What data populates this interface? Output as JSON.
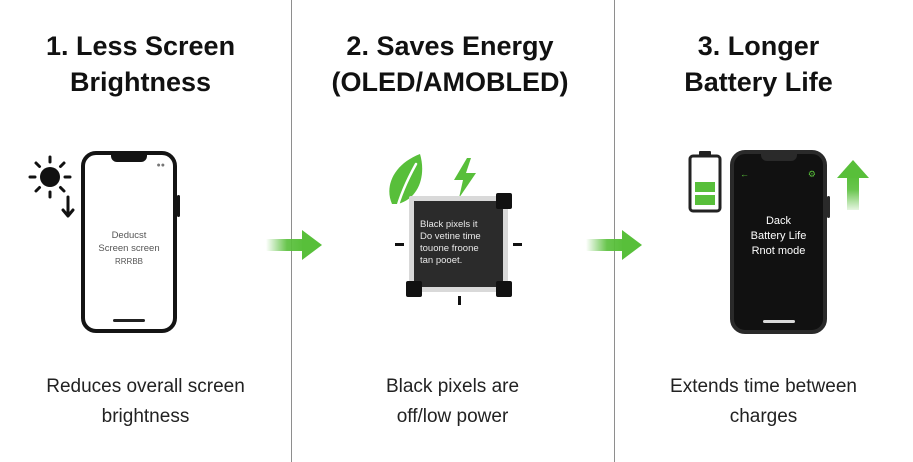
{
  "panels": [
    {
      "title_lines": [
        "1. Less Screen",
        "Brightness"
      ],
      "screen_lines": [
        "Deducst",
        "Screen screen",
        "RRRBB"
      ],
      "caption_lines": [
        "Reduces overall screen",
        "brightness"
      ],
      "icon": "sun-brightness-down-icon"
    },
    {
      "title_lines": [
        "2. Saves Energy",
        "(OLED/AMOBLED)"
      ],
      "box_lines": [
        "Black pixels it",
        "Do vetine time",
        "touone froone",
        "tan pooet."
      ],
      "caption_lines": [
        "Black pixels are",
        "off/low power"
      ],
      "icons": [
        "leaf-icon",
        "lightning-bolt-icon"
      ]
    },
    {
      "title_lines": [
        "3. Longer",
        "Battery Life"
      ],
      "screen_lines": [
        "Dack",
        "Battery Life",
        "Rnot mode"
      ],
      "caption_lines": [
        "Extends time between",
        "charges"
      ],
      "icons": [
        "battery-icon",
        "arrow-up-icon"
      ]
    }
  ],
  "colors": {
    "accent_green": "#58bf3a",
    "divider": "#8e8e8e",
    "text": "#111111"
  }
}
